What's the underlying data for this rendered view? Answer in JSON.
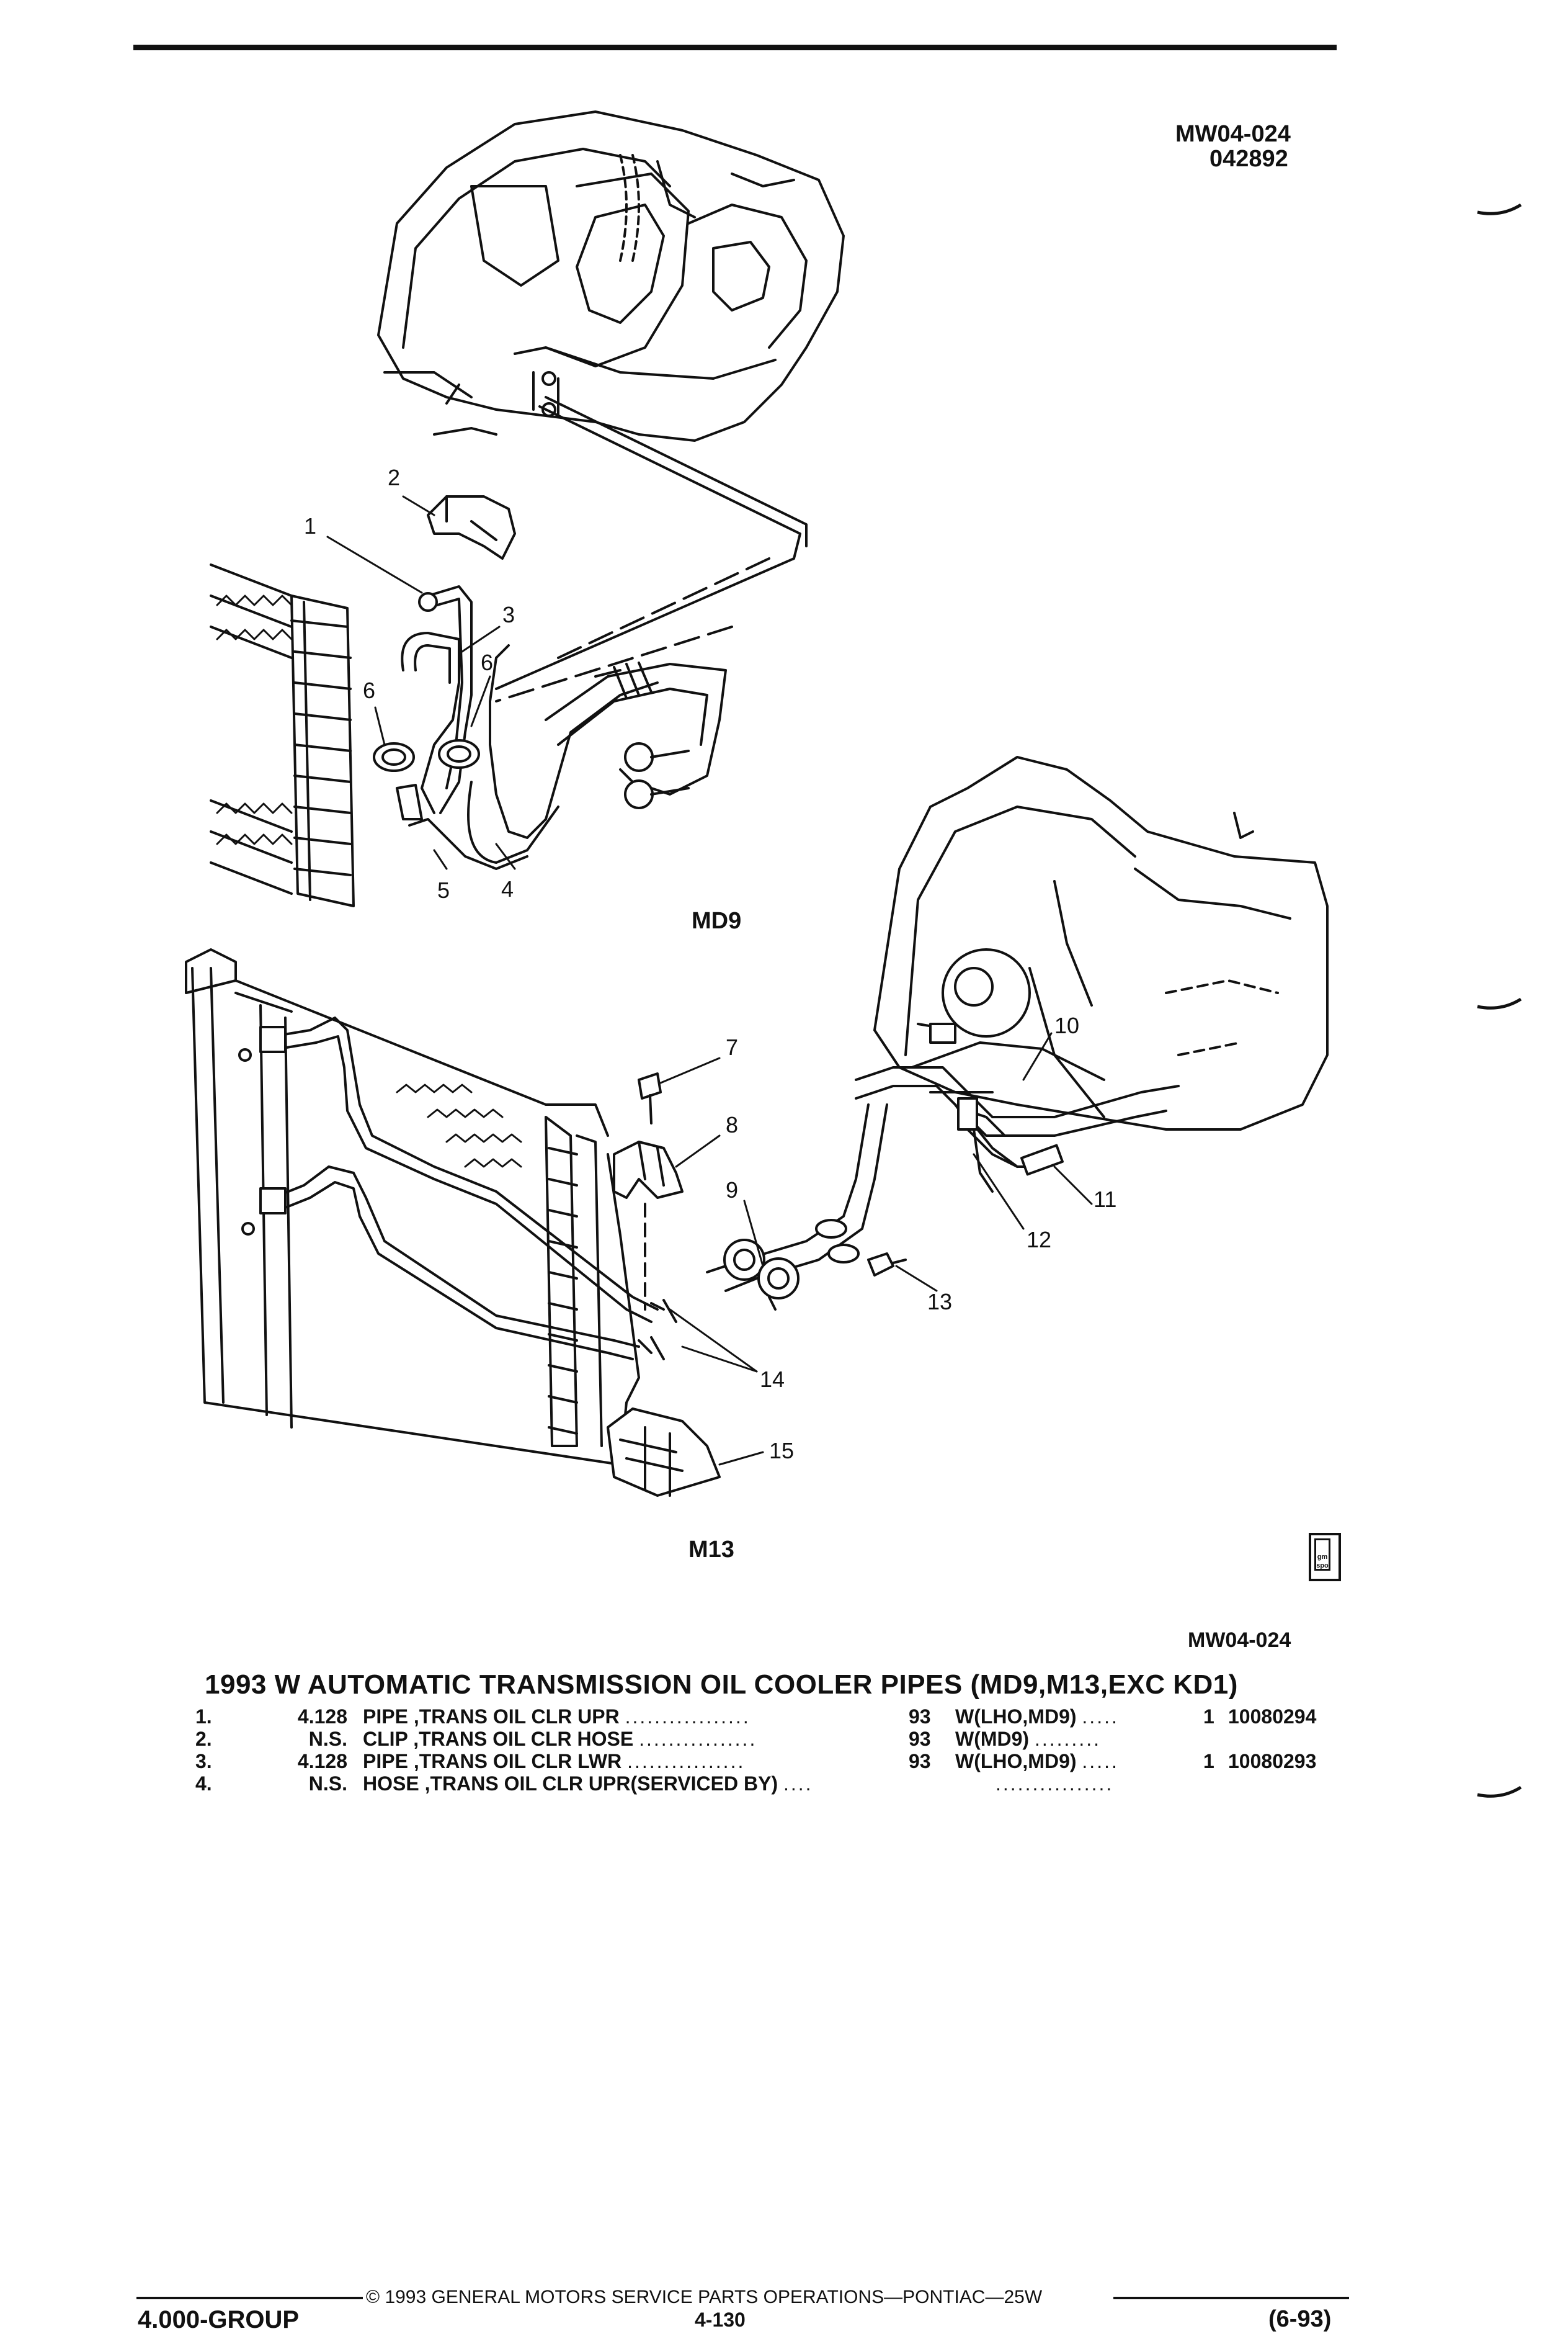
{
  "header": {
    "illustration_code": "MW04-024",
    "illustration_date": "042892"
  },
  "figure": {
    "labels": {
      "upper_variant": "MD9",
      "lower_variant": "M13"
    },
    "callouts": [
      "1",
      "2",
      "3",
      "4",
      "5",
      "6",
      "6",
      "7",
      "8",
      "9",
      "10",
      "11",
      "12",
      "13",
      "14",
      "15"
    ],
    "footer_code": "MW04-024",
    "logo_text": "gm spo"
  },
  "section_title": "1993 W AUTOMATIC TRANSMISSION OIL COOLER PIPES (MD9,M13,EXC KD1)",
  "parts": [
    {
      "num": "1.",
      "group": "4.128",
      "desc": "PIPE ,TRANS OIL CLR UPR",
      "year": "93",
      "model": "W(LHO,MD9)",
      "qty": "1",
      "part_no": "10080294"
    },
    {
      "num": "2.",
      "group": "N.S.",
      "desc": "CLIP ,TRANS OIL CLR HOSE",
      "year": "93",
      "model": "W(MD9)",
      "qty": "",
      "part_no": ""
    },
    {
      "num": "3.",
      "group": "4.128",
      "desc": "PIPE ,TRANS OIL CLR LWR",
      "year": "93",
      "model": "W(LHO,MD9)",
      "qty": "1",
      "part_no": "10080293"
    },
    {
      "num": "4.",
      "group": "N.S.",
      "desc": "HOSE ,TRANS OIL CLR UPR(SERVICED BY)",
      "year": "",
      "model": "",
      "qty": "",
      "part_no": ""
    }
  ],
  "footer": {
    "copyright": "© 1993 GENERAL MOTORS SERVICE PARTS OPERATIONS—PONTIAC—25W",
    "group": "4.000-GROUP",
    "page": "4-130",
    "date": "(6-93)"
  }
}
